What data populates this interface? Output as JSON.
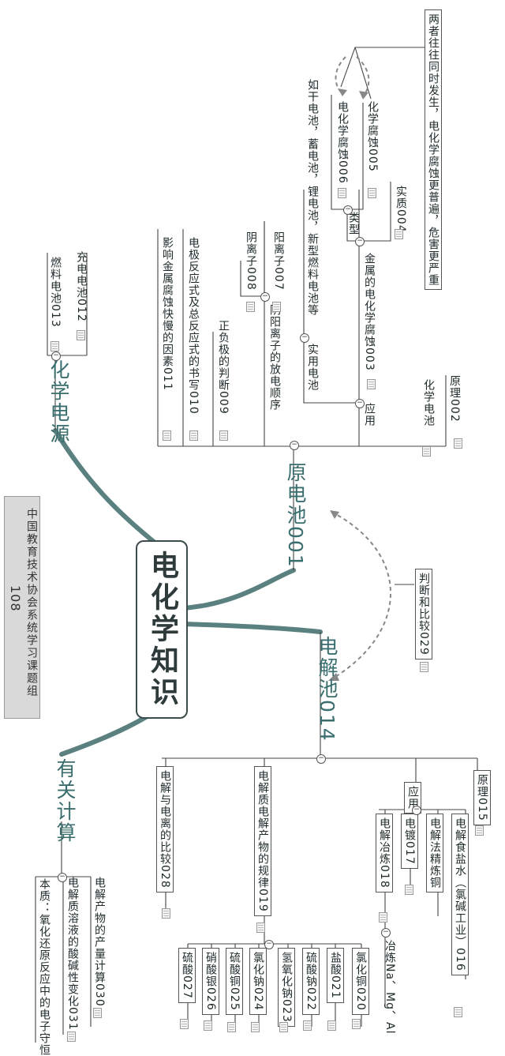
{
  "center": "电化学知识",
  "panel": {
    "org": "中国教育技术协会系统学习课题组",
    "number": "108"
  },
  "branches": {
    "yuandianchi": "原电池001",
    "dianjiechi": "电解池014",
    "huaxuedianyuan": "化学电源",
    "youguanjisuan": "有关计算"
  },
  "yuandianchi_nodes": {
    "yuanli": "原理002",
    "huaxuedianchi": "化学电池",
    "yingyong": "应用",
    "jinshu": "金属的电化学腐蚀003",
    "shizhi": "实质004",
    "leixing": "类型",
    "huaxuefushi": "化学腐蚀005",
    "dianhuaxuefushi": "电化学腐蚀006",
    "liangzhe": "两者往往同时发生，电化学腐蚀更普遍，危害更严重",
    "shiyong": "实用电池",
    "rugan": "如干电池，蓄电池，锂电池，新型燃料电池等",
    "yinyang": "阴阳离子的放电顺序",
    "yanglizi": "阳离子007",
    "yinlizi": "阴离子008",
    "zhengfu": "正负极的判断009",
    "dianji": "电极反应式及总反应式的书写010",
    "yingxiang": "影响金属腐蚀快慢的因素011"
  },
  "huaxuedianyuan_nodes": {
    "chongdian": "充电电池012",
    "ranliao": "燃料电池013"
  },
  "panduan": "判断和比较029",
  "dianjiechi_nodes": {
    "yuanli": "原理015",
    "yingyong": "应用",
    "shiyan": "电解食盐水（氯碱工业）016",
    "jinglian": "电解法精炼铜",
    "dianxu": "电镀017",
    "yelian": "电解冶炼018",
    "yelianNa": "冶炼Na、Mg、Al",
    "guilu": "电解质电解产物的规律019",
    "bijiao": "电解与电离的比较028",
    "items": [
      "氯化铜020",
      "盐酸021",
      "硫酸钠022",
      "氢氧化钠023",
      "氯化钠024",
      "硫酸铜025",
      "硝酸银026",
      "硫酸027"
    ]
  },
  "jisuan_nodes": {
    "chanliang": "电解产物的产量计算030",
    "suanjian": "电解质溶液的酸碱性变化031",
    "benzhi": "本质：氧化还原反应中的电子守恒"
  }
}
